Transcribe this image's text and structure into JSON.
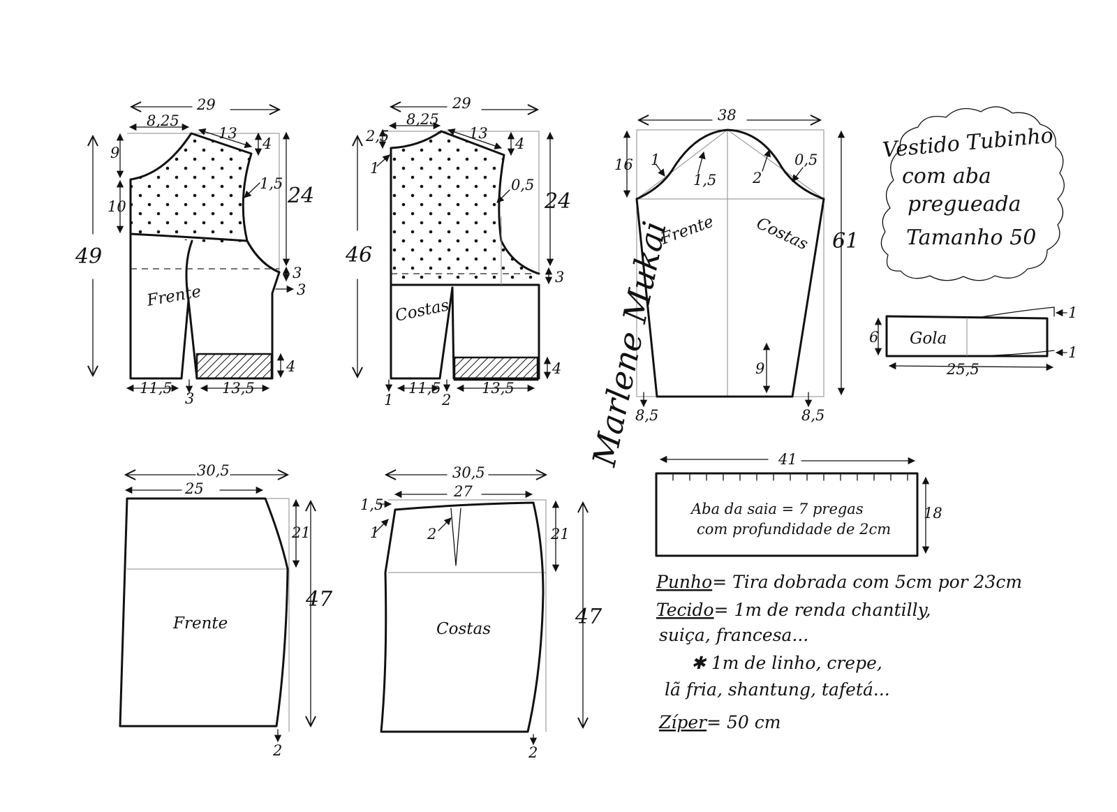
{
  "title_box": {
    "line1": "Vestido Tubinho",
    "line2": "com aba",
    "line3": "pregueada",
    "line4": "Tamanho 50"
  },
  "bodice_front": {
    "label": "Frente",
    "width": "29",
    "neck_width": "8,25",
    "shoulder": "13",
    "shoulder_drop": "4",
    "neck_depth": "9",
    "upper": "10",
    "length": "49",
    "armhole_depth": "24",
    "armhole_curve": "1,5",
    "side_a": "3",
    "side_b": "3",
    "hem_band": "4",
    "bottom_left": "11,5",
    "dart": "3",
    "bottom_right": "13,5"
  },
  "bodice_back": {
    "label": "Costas",
    "width": "29",
    "neck_width": "8,25",
    "shoulder": "13",
    "shoulder_drop": "4",
    "neck_rise": "2,5",
    "neck_mark": "1",
    "length": "46",
    "armhole_depth": "24",
    "armhole_curve": "0,5",
    "side": "3",
    "hem_band": "4",
    "bottom_edge": "1",
    "bottom_left": "11,5",
    "dart": "2",
    "bottom_right": "13,5"
  },
  "sleeve": {
    "label_front": "Frente",
    "label_back": "Costas",
    "width": "38",
    "cap_height": "16",
    "length": "61",
    "cap_in_left": "1",
    "cap_out_left": "1,5",
    "cap_in_right": "2",
    "cap_out_right": "0,5",
    "slit": "9",
    "hem_left": "8,5",
    "hem_right": "8,5"
  },
  "collar": {
    "label": "Gola",
    "height": "6",
    "width": "25,5",
    "tip_top": "1",
    "tip_bottom": "1"
  },
  "skirt_front": {
    "label": "Frente",
    "width_total": "30,5",
    "waist": "25",
    "hip_depth": "21",
    "length": "47",
    "hem_in": "2"
  },
  "skirt_back": {
    "label": "Costas",
    "width_total": "30,5",
    "waist": "27",
    "waist_rise": "1,5",
    "side_mark": "1",
    "dart": "2",
    "hip_depth": "21",
    "length": "47",
    "hem_in": "2"
  },
  "flap": {
    "width": "41",
    "height": "18",
    "text1": "Aba da saia = 7 pregas",
    "text2": "com profundidade de 2cm"
  },
  "notes": {
    "punho_key": "Punho",
    "punho_text": "= Tira dobrada com 5cm por 23cm",
    "tecido_key": "Tecido",
    "tecido_text": "= 1m de renda chantilly,",
    "tecido_line2": "suiça, francesa...",
    "alt_line1": "✱ 1m de linho, crepe,",
    "alt_line2": "lã fria, shantung, tafetá...",
    "ziper_key": "Zíper",
    "ziper_text": "= 50 cm"
  },
  "signature": "Marlene Mukai"
}
